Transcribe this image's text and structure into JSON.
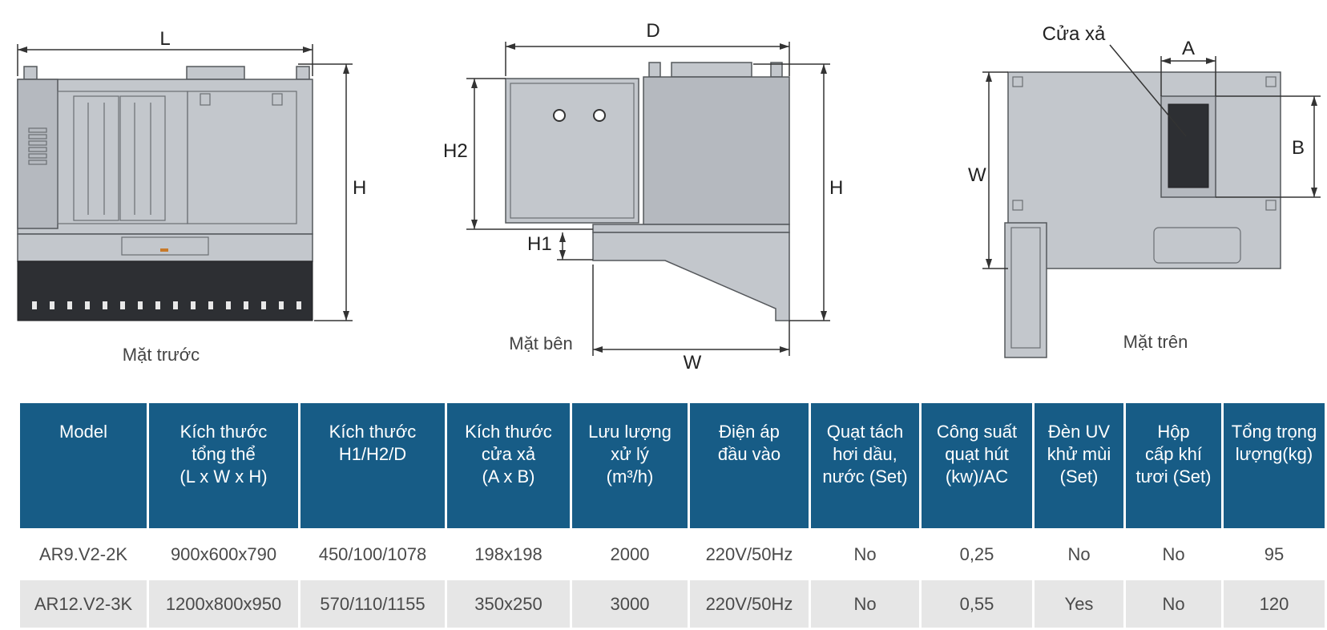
{
  "views": {
    "front": {
      "caption": "Mặt trước",
      "dim_length": "L",
      "dim_height": "H"
    },
    "side": {
      "caption": "Mặt bên",
      "dim_depth": "D",
      "dim_h2": "H2",
      "dim_h1": "H1",
      "dim_height": "H",
      "dim_width": "W"
    },
    "top": {
      "caption": "Mặt trên",
      "outlet_label": "Cửa xả",
      "dim_a": "A",
      "dim_b": "B",
      "dim_width": "W"
    }
  },
  "table": {
    "headers": [
      "Model",
      "Kích thước\ntổng thể\n(L x W x H)",
      "Kích thước\nH1/H2/D",
      "Kích thước\ncửa xả\n(A x B)",
      "Lưu lượng\nxử lý\n(m³/h)",
      "Điện áp\nđầu vào",
      "Quạt tách\nhơi dầu,\nnước (Set)",
      "Công suất\nquạt hút\n(kw)/AC",
      "Đèn UV\nkhử mùi\n(Set)",
      "Hộp\ncấp khí\ntươi (Set)",
      "Tổng trọng\nlượng(kg)"
    ],
    "rows": [
      [
        "AR9.V2-2K",
        "900x600x790",
        "450/100/1078",
        "198x198",
        "2000",
        "220V/50Hz",
        "No",
        "0,25",
        "No",
        "No",
        "95"
      ],
      [
        "AR12.V2-3K",
        "1200x800x950",
        "570/110/1155",
        "350x250",
        "3000",
        "220V/50Hz",
        "No",
        "0,55",
        "Yes",
        "No",
        "120"
      ]
    ]
  }
}
